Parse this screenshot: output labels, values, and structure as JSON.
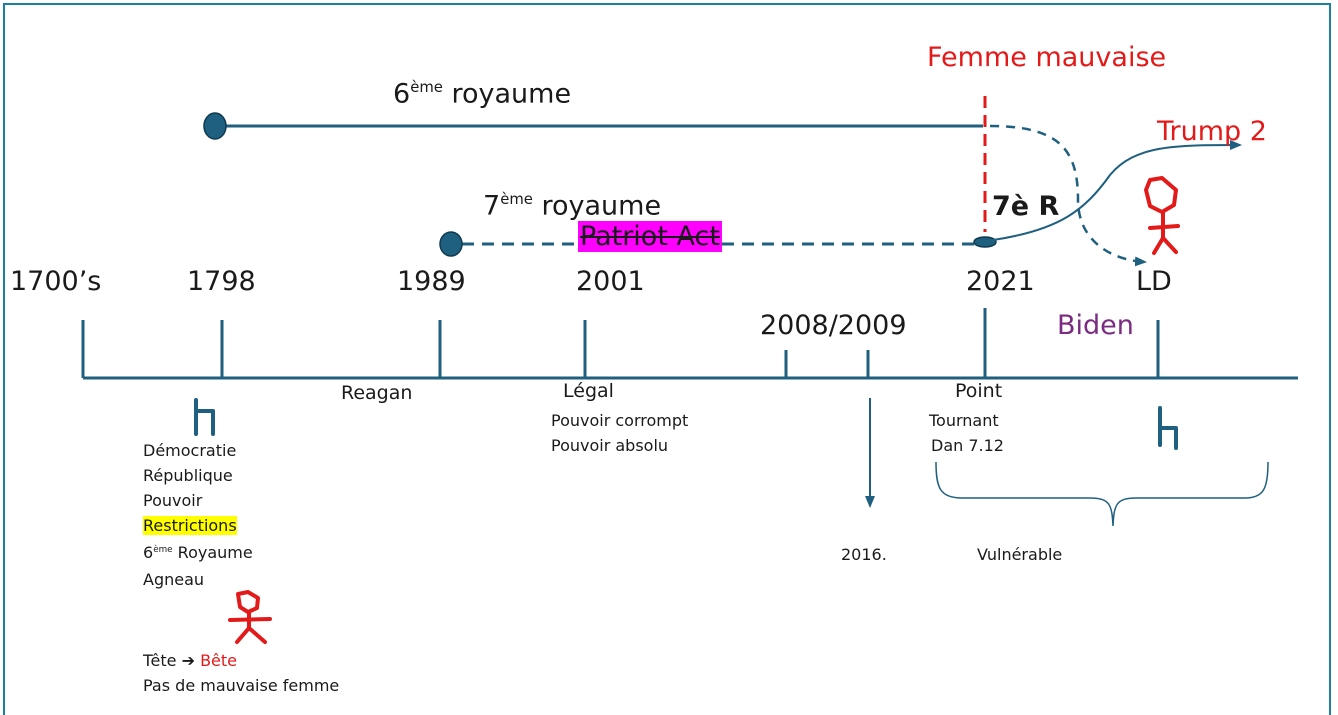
{
  "timeline": {
    "years": {
      "y1700": "1700’s",
      "y1798": "1798",
      "y1989": "1989",
      "y2001": "2001",
      "y2008": "2008/2009",
      "y2021": "2021",
      "ld": "LD"
    },
    "biden": "Biden"
  },
  "kingdoms": {
    "sixth_number": "6",
    "sixth_suffix": "ème",
    "sixth_word": " royaume",
    "seventh_number": "7",
    "seventh_suffix": "ème",
    "seventh_word": " royaume",
    "patriot_act": "Patriot Act",
    "seventh_r": "7è R"
  },
  "top_labels": {
    "femme_mauvaise": "Femme mauvaise",
    "trump2": "Trump 2"
  },
  "below": {
    "reagan": "Reagan",
    "legal": "Légal",
    "pouvoir_corrompt": "Pouvoir corrompt",
    "pouvoir_absolu": "Pouvoir absolu",
    "point": "Point",
    "tournant": "Tournant",
    "dan": "Dan 7.12",
    "y2016": "2016.",
    "vulnerable": "Vulnérable"
  },
  "left_list": {
    "democratie": "Démocratie",
    "republique": "République",
    "pouvoir": "Pouvoir",
    "restrictions": "Restrictions",
    "sixieme_number": "6",
    "sixieme_suffix": "ème",
    "sixieme_word": " Royaume",
    "agneau": "Agneau",
    "tete": "Tête ",
    "arrow": "➔",
    "bete": " Bête",
    "pas_de_mauvaise_femme": "Pas de mauvaise femme"
  },
  "colors": {
    "line": "#1f5f7f",
    "node": "#1f5f7f",
    "red": "#e31a1a",
    "purple": "#7b2c82",
    "highlight_yellow": "#ffff00",
    "highlight_magenta": "#ff00ff"
  }
}
